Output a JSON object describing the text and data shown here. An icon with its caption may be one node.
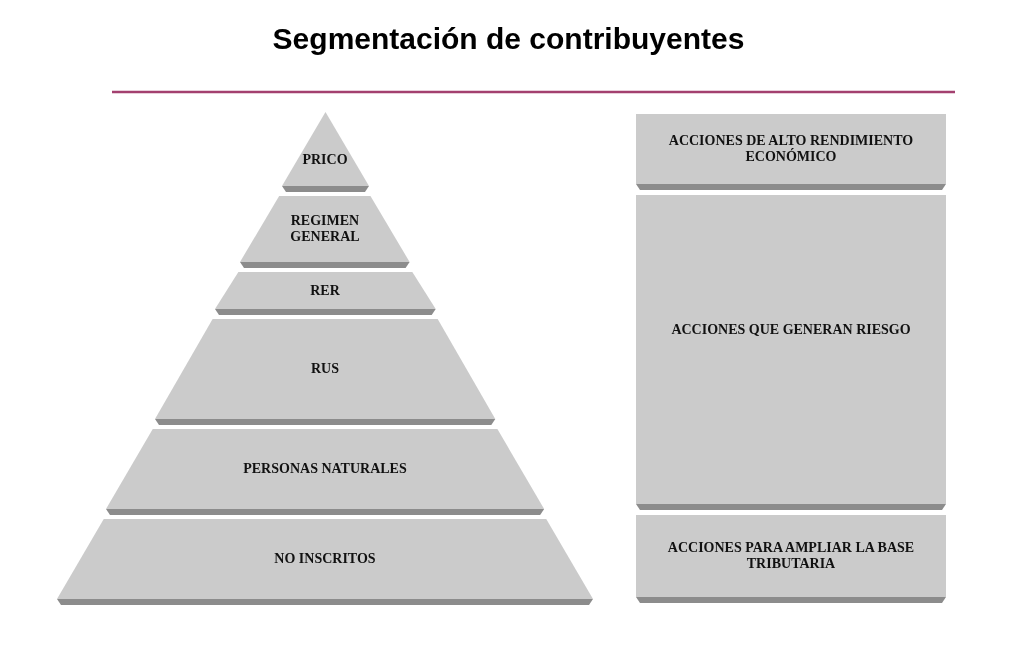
{
  "diagram": {
    "title": "Segmentación de contribuyentes",
    "nodes": [
      {
        "text": [
          "PRICO"
        ]
      },
      {
        "text": [
          "REGIMEN GENERAL"
        ]
      },
      {
        "text": [
          "RER"
        ]
      },
      {
        "text": [
          "RUS"
        ]
      },
      {
        "text": [
          "PERSONAS NATURALES"
        ]
      },
      {
        "text": [
          "NO INSCRITOS"
        ]
      },
      {
        "text": [
          "ACCIONES DE ALTO RENDIMIENTO ECONÓMICO"
        ]
      },
      {
        "text": [
          "ACCIONES QUE GENERAN RIESGO"
        ]
      },
      {
        "text": [
          "ACCIONES PARA AMPLIAR LA BASE TRIBUTARIA"
        ]
      }
    ],
    "edges": []
  }
}
